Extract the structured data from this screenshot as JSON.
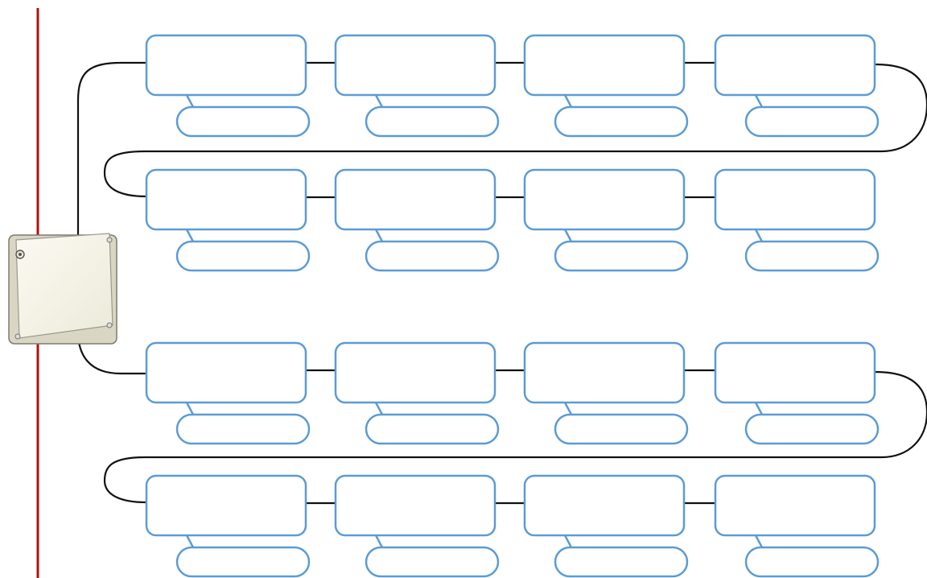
{
  "diagram": {
    "colors": {
      "box_stroke": "#5b9bd5",
      "wire": "#111111",
      "rail": "#b01010",
      "panel": "#f7f5e8"
    },
    "panel_icon": "junction-box-icon",
    "group_count": 2,
    "rows_per_group": 2,
    "nodes_per_row": 4
  }
}
